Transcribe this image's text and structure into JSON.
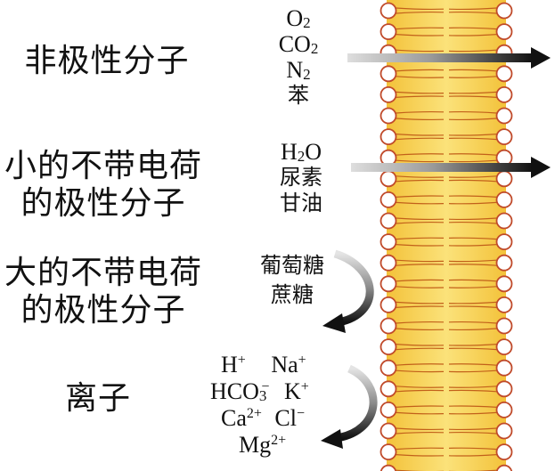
{
  "categories": {
    "nonpolar": "非极性分子",
    "small_polar_l1": "小的不带电荷",
    "small_polar_l2": "的极性分子",
    "large_polar_l1": "大的不带电荷",
    "large_polar_l2": "的极性分子",
    "ions": "离子"
  },
  "molecules": {
    "nonpolar": {
      "o2_base": "O",
      "o2_sub": "2",
      "co2_base": "CO",
      "co2_sub": "2",
      "n2_base": "N",
      "n2_sub": "2",
      "benzene": "苯"
    },
    "small_polar": {
      "water_h": "H",
      "water_sub": "2",
      "water_o": "O",
      "urea": "尿素",
      "glycerol": "甘油"
    },
    "large_polar": {
      "glucose": "葡萄糖",
      "sucrose": "蔗糖"
    },
    "ions": {
      "h_base": "H",
      "h_charge": "+",
      "na_base": "Na",
      "na_charge": "+",
      "hco3_base": "HCO",
      "hco3_sub": "3",
      "hco3_charge": "−",
      "k_base": "K",
      "k_charge": "+",
      "ca_base": "Ca",
      "ca_charge": "2+",
      "cl_base": "Cl",
      "cl_charge": "−",
      "mg_base": "Mg",
      "mg_charge": "2+"
    }
  },
  "colors": {
    "membrane_fill": "#f6d24a",
    "membrane_edge": "#e09a1e",
    "lipid_line": "#c2601a",
    "head_fill": "#ffffff",
    "head_stroke": "#c04a2a",
    "arrow_dark": "#111111",
    "arrow_light": "#d8d8d8"
  }
}
